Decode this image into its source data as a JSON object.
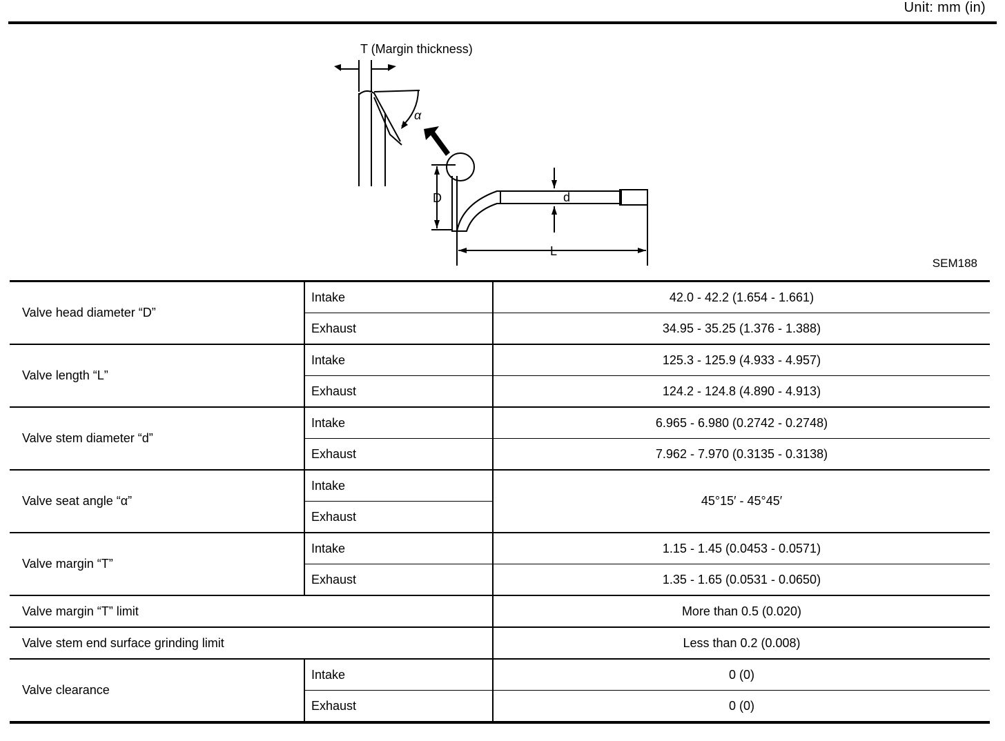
{
  "header": {
    "unit": "Unit: mm (in)"
  },
  "figure": {
    "code": "SEM188",
    "labels": {
      "margin": "T (Margin thickness)",
      "alpha": "α",
      "head_diameter": "D",
      "stem_diameter": "d",
      "length": "L"
    }
  },
  "table": {
    "rows": {
      "head_diameter": {
        "label": "Valve head diameter “D”",
        "intake_label": "Intake",
        "intake_value": "42.0 - 42.2 (1.654 - 1.661)",
        "exhaust_label": "Exhaust",
        "exhaust_value": "34.95 - 35.25 (1.376 - 1.388)"
      },
      "length": {
        "label": "Valve length “L”",
        "intake_label": "Intake",
        "intake_value": "125.3 - 125.9 (4.933 - 4.957)",
        "exhaust_label": "Exhaust",
        "exhaust_value": "124.2 - 124.8 (4.890 - 4.913)"
      },
      "stem_diameter": {
        "label": "Valve stem diameter “d”",
        "intake_label": "Intake",
        "intake_value": "6.965 - 6.980 (0.2742 - 0.2748)",
        "exhaust_label": "Exhaust",
        "exhaust_value": "7.962 - 7.970 (0.3135 - 0.3138)"
      },
      "seat_angle": {
        "label": "Valve seat angle “α”",
        "intake_label": "Intake",
        "exhaust_label": "Exhaust",
        "value": "45°15′ - 45°45′"
      },
      "margin": {
        "label": "Valve margin “T”",
        "intake_label": "Intake",
        "intake_value": "1.15 - 1.45 (0.0453 - 0.0571)",
        "exhaust_label": "Exhaust",
        "exhaust_value": "1.35 - 1.65 (0.0531 - 0.0650)"
      },
      "margin_limit": {
        "label": "Valve margin “T” limit",
        "value": "More than 0.5 (0.020)"
      },
      "grinding_limit": {
        "label": "Valve stem end surface grinding limit",
        "value": "Less than 0.2 (0.008)"
      },
      "clearance": {
        "label": "Valve clearance",
        "intake_label": "Intake",
        "intake_value": "0 (0)",
        "exhaust_label": "Exhaust",
        "exhaust_value": "0 (0)"
      }
    }
  }
}
